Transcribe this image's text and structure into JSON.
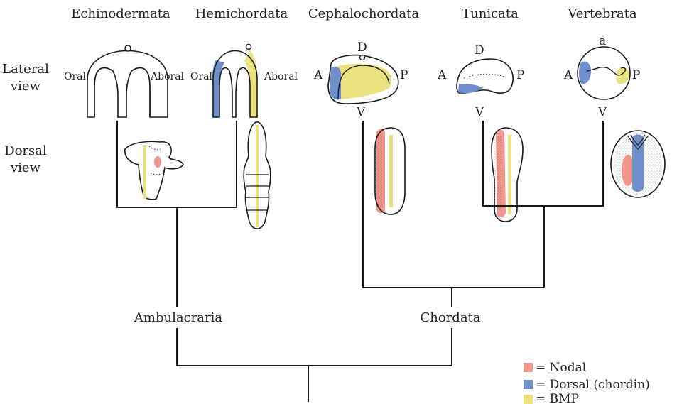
{
  "colors": {
    "nodal": "#f0968a",
    "dorsal": "#6f8fcc",
    "bmp": "#e9e27f"
  },
  "taxa": [
    "Echinodermata",
    "Hemichordata",
    "Cephalochordata",
    "Tunicata",
    "Vertebrata"
  ],
  "row_labels": {
    "lateral_1": "Lateral",
    "lateral_2": "view",
    "dorsal_1": "Dorsal",
    "dorsal_2": "view"
  },
  "axis_letters": {
    "oral": "Oral",
    "aboral": "Aboral",
    "d": "D",
    "v": "V",
    "a": "A",
    "p": "P",
    "a_lower": "a"
  },
  "clades": [
    "Ambulacraria",
    "Chordata"
  ],
  "legend": [
    {
      "label": "= Nodal",
      "color": "#f0968a"
    },
    {
      "label": "= Dorsal (chordin)",
      "color": "#6f8fcc"
    },
    {
      "label": "= BMP",
      "color": "#e9e27f"
    }
  ]
}
